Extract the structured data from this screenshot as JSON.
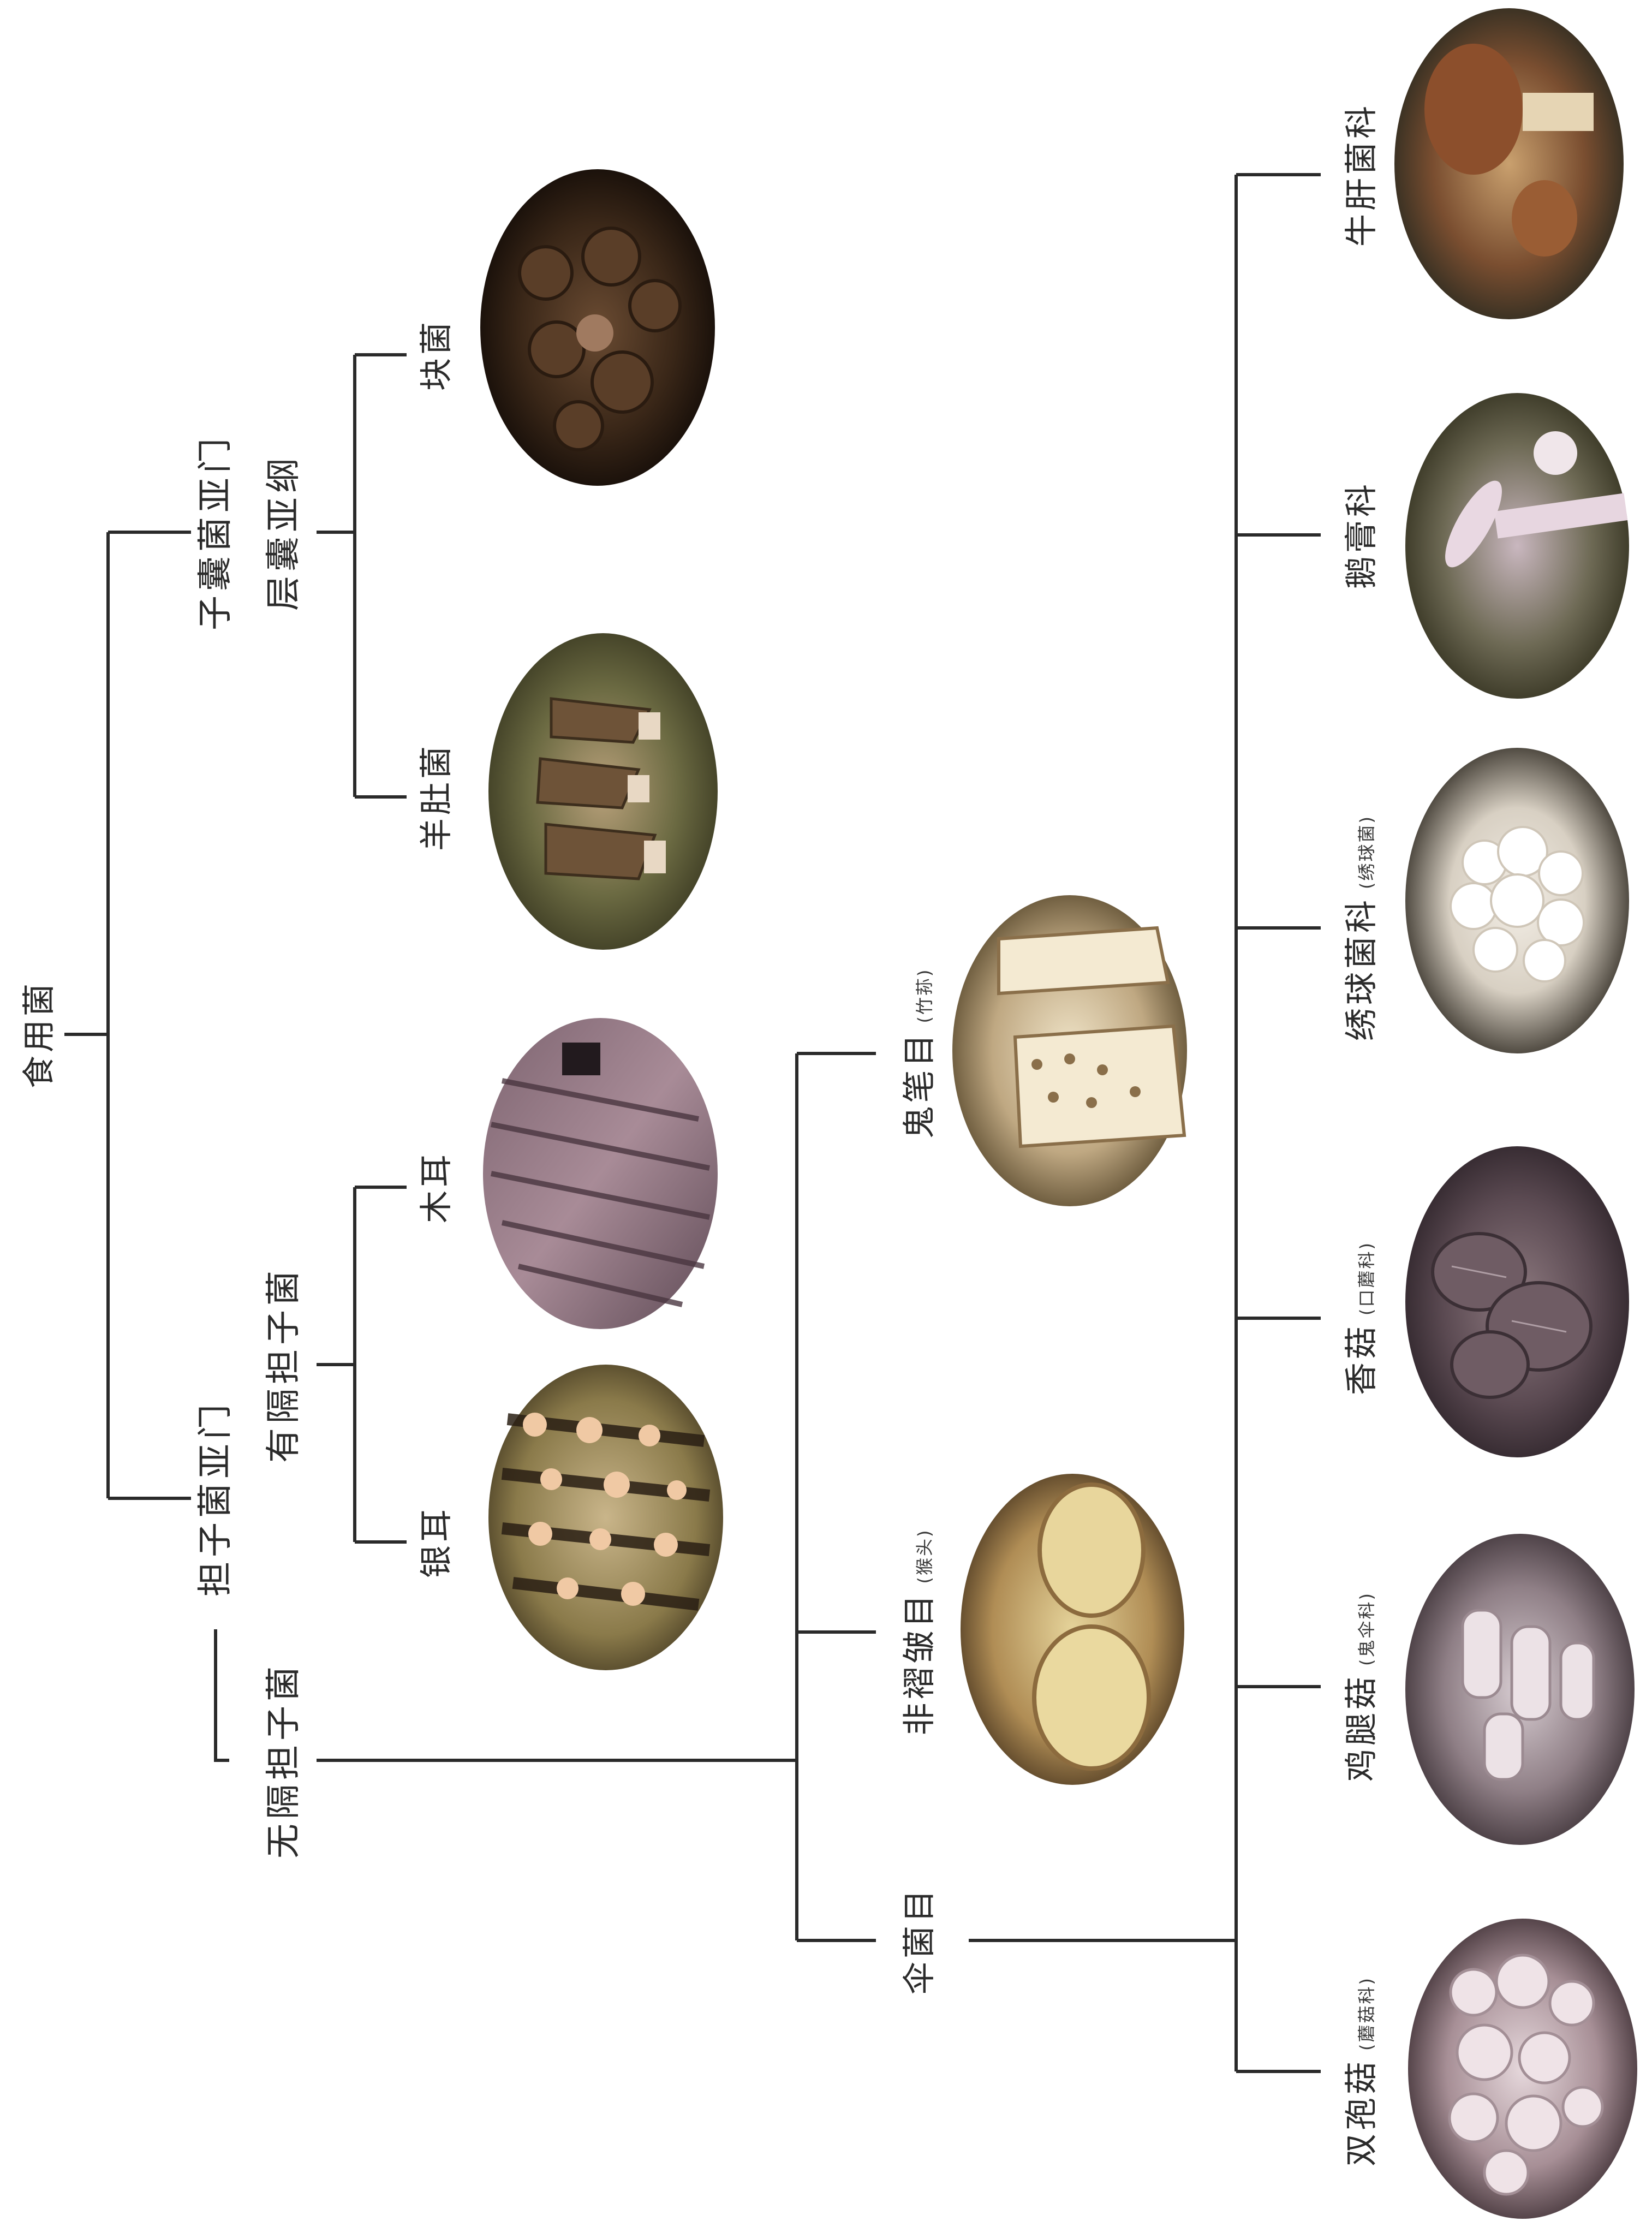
{
  "root": {
    "label": "食用菌"
  },
  "ascomycota": {
    "subphylum": "子囊菌亚门",
    "class": "层囊亚纲",
    "members": [
      {
        "name": "块菌",
        "photo_icon": "truffle-photo-icon"
      },
      {
        "name": "羊肚菌",
        "photo_icon": "morel-photo-icon"
      }
    ]
  },
  "basidiomycota": {
    "subphylum": "担子菌亚门",
    "septate": {
      "label": "有隔担子菌",
      "members": [
        {
          "name": "木耳",
          "photo_icon": "wood-ear-photo-icon"
        },
        {
          "name": "银耳",
          "photo_icon": "tremella-photo-icon"
        }
      ]
    },
    "aseptate": {
      "label": "无隔担子菌",
      "orders": [
        {
          "name": "鬼笔目",
          "note": "竹荪",
          "photo_icon": "bamboo-fungus-photo-icon"
        },
        {
          "name": "非褶皱目",
          "note": "猴头",
          "photo_icon": "lions-mane-photo-icon"
        },
        {
          "name": "伞菌目"
        }
      ],
      "agaricales_families": [
        {
          "name": "牛肝菌科",
          "note": "",
          "photo_icon": "bolete-photo-icon"
        },
        {
          "name": "鹅膏科",
          "note": "",
          "photo_icon": "amanita-photo-icon"
        },
        {
          "name": "绣球菌科",
          "note": "绣球菌",
          "photo_icon": "cauliflower-fungus-photo-icon"
        },
        {
          "name": "香菇",
          "note": "口蘑科",
          "photo_icon": "shiitake-photo-icon"
        },
        {
          "name": "鸡腿菇",
          "note": "鬼伞科",
          "photo_icon": "shaggy-mane-photo-icon"
        },
        {
          "name": "双孢菇",
          "note": "蘑菇科",
          "photo_icon": "button-mushroom-photo-icon"
        }
      ]
    }
  },
  "colors": {
    "line": "#2a2a2a",
    "text": "#2b2b2b"
  }
}
